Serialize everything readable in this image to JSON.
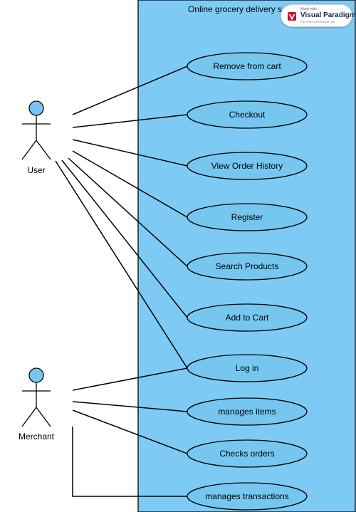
{
  "system": {
    "title": "Online grocery delivery s"
  },
  "actors": [
    {
      "id": "user",
      "name": "User"
    },
    {
      "id": "merchant",
      "name": "Merchant"
    }
  ],
  "use_cases": [
    {
      "id": "remove-from-cart",
      "label": "Remove from cart"
    },
    {
      "id": "checkout",
      "label": "Checkout"
    },
    {
      "id": "view-order-history",
      "label": "View Order History"
    },
    {
      "id": "register",
      "label": "Register"
    },
    {
      "id": "search-products",
      "label": "Search Products"
    },
    {
      "id": "add-to-cart",
      "label": "Add to Cart"
    },
    {
      "id": "log-in",
      "label": "Log in"
    },
    {
      "id": "manages-items",
      "label": "manages items"
    },
    {
      "id": "checks-orders",
      "label": "Checks orders"
    },
    {
      "id": "manages-transactions",
      "label": "manages transactions"
    }
  ],
  "associations": [
    {
      "from": "user",
      "to": "remove-from-cart"
    },
    {
      "from": "user",
      "to": "checkout"
    },
    {
      "from": "user",
      "to": "view-order-history"
    },
    {
      "from": "user",
      "to": "register"
    },
    {
      "from": "user",
      "to": "search-products"
    },
    {
      "from": "user",
      "to": "add-to-cart"
    },
    {
      "from": "user",
      "to": "log-in"
    },
    {
      "from": "merchant",
      "to": "log-in"
    },
    {
      "from": "merchant",
      "to": "manages-items"
    },
    {
      "from": "merchant",
      "to": "checks-orders"
    },
    {
      "from": "merchant",
      "to": "manages-transactions"
    }
  ],
  "watermark": {
    "small": "Made with",
    "brand": "Visual Paradigm",
    "foot": "For non-commercial use"
  },
  "colors": {
    "boundary_fill": "#7dcbf4",
    "use_case_fill": "#75c7f0",
    "actor_head_fill": "#75c7f0",
    "stroke": "#000000"
  }
}
